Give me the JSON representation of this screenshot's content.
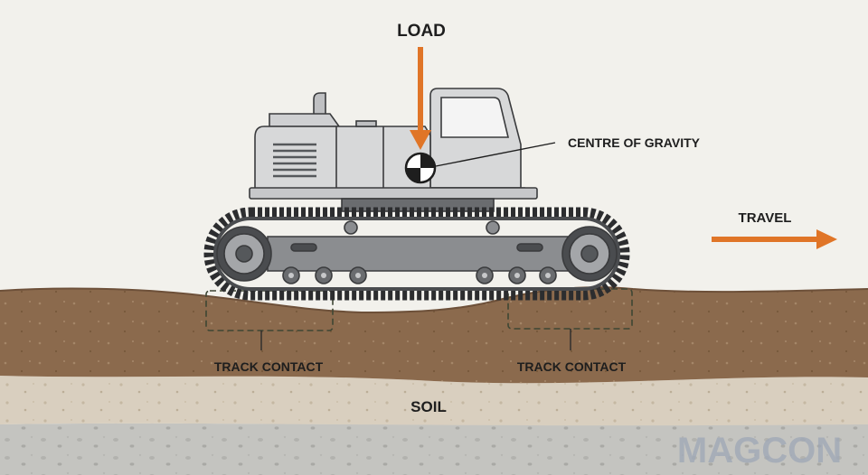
{
  "labels": {
    "load": "LOAD",
    "centre_of_gravity": "CENTRE OF GRAVITY",
    "travel": "TRAVEL",
    "track_contact_left": "TRACK CONTACT",
    "track_contact_right": "TRACK CONTACT",
    "soil": "SOIL"
  },
  "watermark": {
    "text": "MAGCON"
  },
  "colors": {
    "accent_orange": "#e07527",
    "topsoil": "#8b6a4d",
    "subsoil": "#d9cfbf",
    "bedrock": "#c4c4c0",
    "machine_body": "#d7d8d9",
    "track": "#3a3b3d"
  },
  "icons": {
    "load_arrow": "arrow-down-icon",
    "travel_arrow": "arrow-right-icon",
    "cog_marker": "centre-of-gravity-icon"
  }
}
